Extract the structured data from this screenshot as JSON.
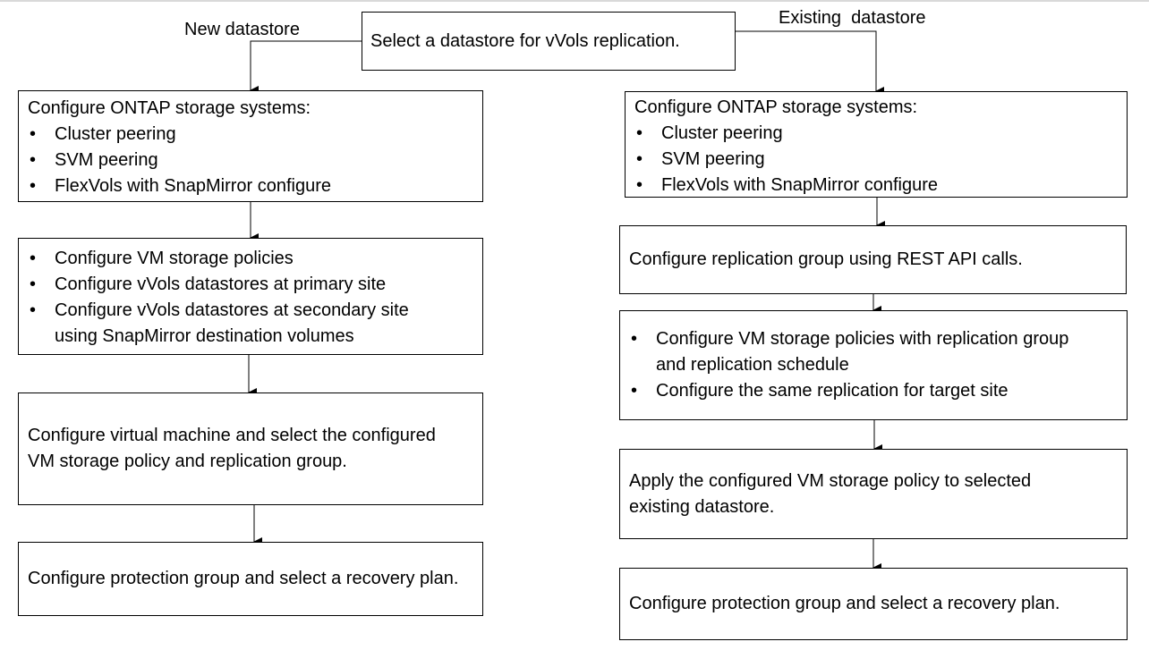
{
  "start": {
    "text": "Select a datastore for vVols replication."
  },
  "branches": {
    "left_label": "New datastore",
    "right_label": "Existing  datastore"
  },
  "left": {
    "step1": {
      "heading": "Configure ONTAP storage systems:",
      "items": [
        "Cluster peering",
        "SVM peering",
        "FlexVols with SnapMirror configure"
      ]
    },
    "step2": {
      "items": [
        "Configure VM storage policies",
        "Configure vVols datastores at primary site",
        "Configure vVols datastores at secondary site using SnapMirror destination volumes"
      ]
    },
    "step3": {
      "text": "Configure virtual machine and select the configured VM storage policy and replication group."
    },
    "step4": {
      "text": "Configure protection group and select a recovery plan."
    }
  },
  "right": {
    "step1": {
      "heading": "Configure ONTAP storage systems:",
      "items": [
        "Cluster peering",
        "SVM peering",
        "FlexVols with SnapMirror configure"
      ]
    },
    "step2": {
      "text": "Configure replication group using REST API calls."
    },
    "step3": {
      "items": [
        "Configure VM storage policies with replication group and replication schedule",
        "Configure the same replication for target site"
      ]
    },
    "step4": {
      "text": "Apply the configured VM storage policy to selected existing datastore."
    },
    "step5": {
      "text": "Configure protection group and select a recovery plan."
    }
  }
}
